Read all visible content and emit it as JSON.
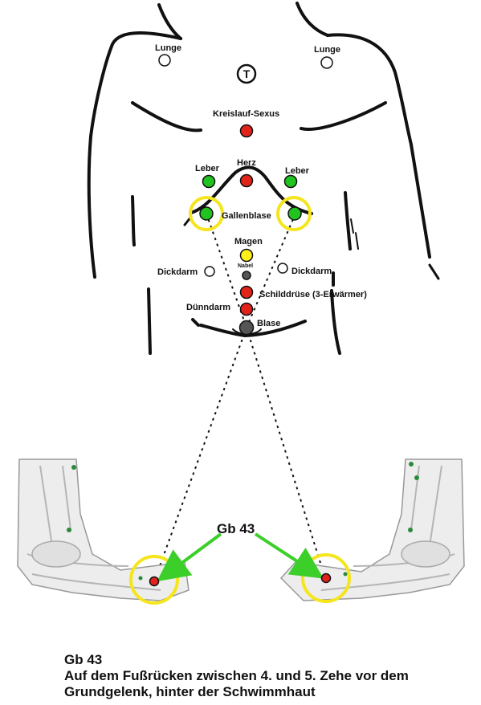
{
  "labels": {
    "lunge_left": "Lunge",
    "lunge_right": "Lunge",
    "kreislauf": "Kreislauf-Sexus",
    "herz": "Herz",
    "leber_left": "Leber",
    "leber_right": "Leber",
    "gallenblase": "Gallenblase",
    "magen": "Magen",
    "nabel": "Nabel",
    "dickdarm_left": "Dickdarm",
    "dickdarm_right": "Dickdarm",
    "schilddruese": "Schilddrüse (3-Erwärmer)",
    "duenndarm": "Dünndarm",
    "blase": "Blase",
    "gb43": "Gb 43"
  },
  "center_symbol": "T",
  "colors": {
    "red": "#e2231a",
    "green": "#21c321",
    "yellow": "#ffef1a",
    "gray": "#555555",
    "highlight_ring": "#f5e51c",
    "arrow": "#3ccf2a",
    "body_outline": "#111111"
  },
  "caption": {
    "title": "Gb 43",
    "line1": "Auf dem Fußrücken zwischen 4. und 5. Zehe vor dem",
    "line2": "Grundgelenk, hinter der Schwimmhaut"
  }
}
